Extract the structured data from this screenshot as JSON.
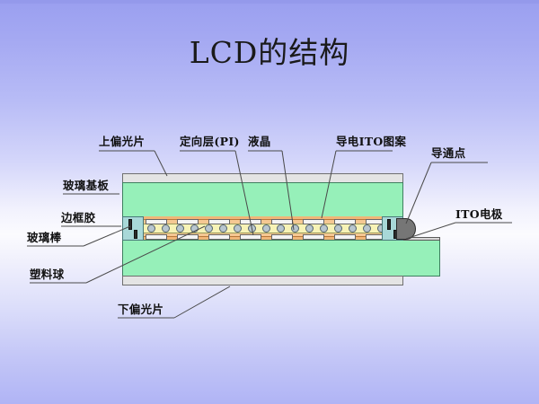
{
  "slide": {
    "title": "LCD的结构",
    "background_top": "#9a9ff0",
    "background_mid": "#fbfbfe",
    "background_bottom": "#b0b4f5"
  },
  "diagram": {
    "name": "lcd-cross-section",
    "colors": {
      "glass": "#96f0b9",
      "polarizer": "#e4e4e4",
      "pi_layer": "#f0b678",
      "seal": "#a8d8d8",
      "liquid_crystal": "#f7f3b6",
      "spacer": "#b8c6cf",
      "ito_pattern": "#f4f4f4",
      "conducting_dot": "#767676"
    },
    "labels": [
      {
        "id": "upper-polarizer",
        "text": "上偏光片"
      },
      {
        "id": "alignment-layer",
        "text": "定向层(PI)"
      },
      {
        "id": "liquid-crystal",
        "text": "液晶"
      },
      {
        "id": "ito-pattern",
        "text": "导电ITO图案"
      },
      {
        "id": "conducting-dot",
        "text": "导通点"
      },
      {
        "id": "glass-substrate",
        "text": "玻璃基板"
      },
      {
        "id": "frame-seal",
        "text": "边框胶"
      },
      {
        "id": "glass-rod",
        "text": "玻璃棒"
      },
      {
        "id": "plastic-ball",
        "text": "塑料球"
      },
      {
        "id": "ito-electrode",
        "text": "ITO电极"
      },
      {
        "id": "lower-polarizer",
        "text": "下偏光片"
      }
    ]
  }
}
